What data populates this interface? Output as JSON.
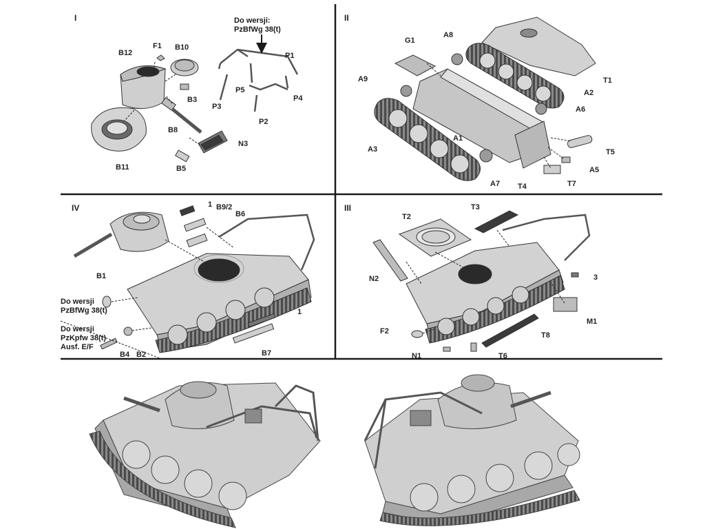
{
  "panels": {
    "p1": {
      "number": "I",
      "variant_note": [
        "Do wersji:",
        "PzBfWg 38(t)"
      ],
      "parts": [
        "B12",
        "F1",
        "B10",
        "B3",
        "B8",
        "B11",
        "B5",
        "N3",
        "P1",
        "P5",
        "P3",
        "P4",
        "P2"
      ]
    },
    "p2": {
      "number": "II",
      "parts": [
        "G1",
        "A8",
        "T1",
        "A9",
        "A2",
        "A6",
        "A1",
        "A3",
        "T5",
        "A5",
        "A7",
        "T4",
        "T7"
      ]
    },
    "p4": {
      "number": "IV",
      "parts": [
        "1",
        "B9/2",
        "B6",
        "B1",
        "1",
        "B7",
        "B4",
        "B2"
      ],
      "note_a": [
        "Do wersji",
        "PzBfWg 38(t)"
      ],
      "note_b": [
        "Do wersji",
        "PzKpfw 38(t)",
        "Ausf. E/F"
      ]
    },
    "p3": {
      "number": "III",
      "parts": [
        "T3",
        "T2",
        "N2",
        "3",
        "M1",
        "F2",
        "T8",
        "N1",
        "T6"
      ]
    }
  },
  "colors": {
    "frame": "#1a1a1a",
    "part_fill": "#d2d2d2",
    "part_shade": "#9a9a9a",
    "part_dark": "#3a3a3a",
    "track": "#555555"
  }
}
